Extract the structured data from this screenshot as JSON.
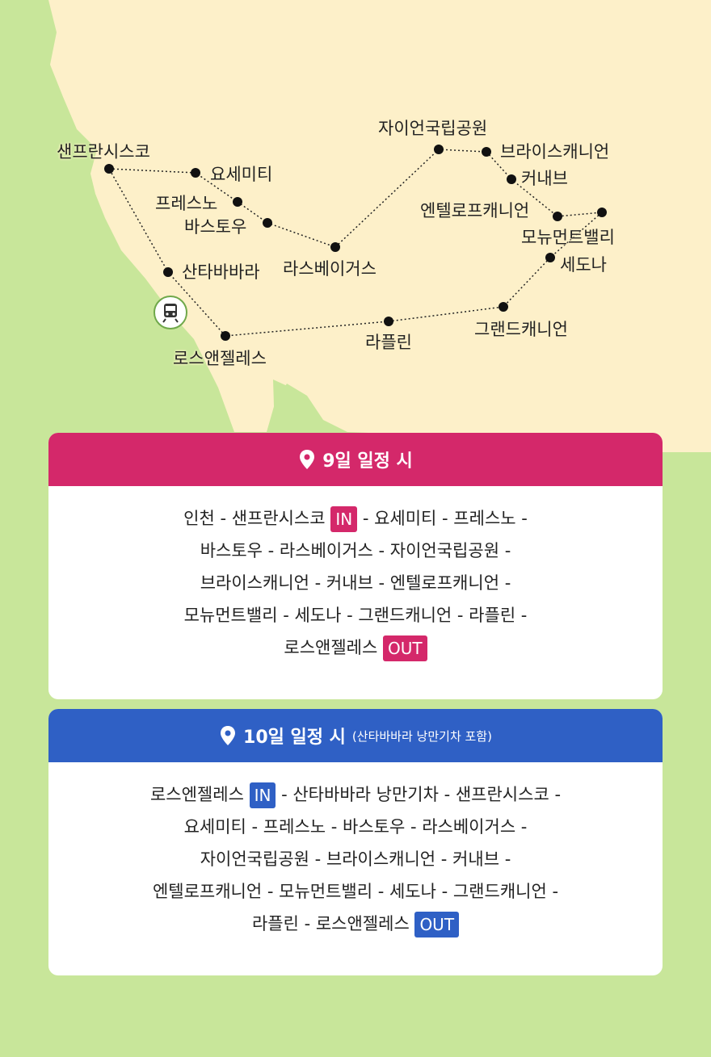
{
  "colors": {
    "land": "#fdf0c9",
    "green": "#c8e69a",
    "card1_header": "#d4286a",
    "card2_header": "#2f60c5",
    "dot": "#111111"
  },
  "map": {
    "icon": "train-icon",
    "places": {
      "sanfrancisco": "샌프란시스코",
      "yosemite": "요세미티",
      "fresno": "프레스노",
      "barstow": "바스토우",
      "lasvegas": "라스베이거스",
      "santabarbara": "산타바바라",
      "losangeles": "로스앤젤레스",
      "zion": "자이언국립공원",
      "bryce": "브라이스캐니언",
      "kanab": "커내브",
      "antelope": "엔텔로프캐니언",
      "monument": "모뉴먼트밸리",
      "sedona": "세도나",
      "grandcanyon": "그랜드캐니언",
      "laughlin": "라플린"
    }
  },
  "card1": {
    "title": "9일 일정 시",
    "icon": "location-pin-icon",
    "lines": [
      {
        "pre": "인천 - 샌프란시스코 ",
        "tag": "IN",
        "post": " - 요세미티 - 프레스노 -"
      },
      {
        "pre": "바스토우 -  라스베이거스 - 자이언국립공원 -"
      },
      {
        "pre": "브라이스캐니언 - 커내브 - 엔텔로프캐니언 -"
      },
      {
        "pre": "모뉴먼트밸리 - 세도나 - 그랜드캐니언 - 라플린 -"
      },
      {
        "pre": "로스앤젤레스 ",
        "tag": "OUT"
      }
    ]
  },
  "card2": {
    "title": "10일 일정 시",
    "subtitle": "(산타바바라 낭만기차 포함)",
    "icon": "location-pin-icon",
    "lines": [
      {
        "pre": "로스엔젤레스 ",
        "tag": "IN",
        "post": "  - 산타바바라 낭만기차 - 샌프란시스코 -"
      },
      {
        "pre": "요세미티 - 프레스노 - 바스토우 - 라스베이거스 -"
      },
      {
        "pre": "자이언국립공원 - 브라이스캐니언 - 커내브 -"
      },
      {
        "pre": "엔텔로프캐니언 - 모뉴먼트밸리 - 세도나 - 그랜드캐니언 -"
      },
      {
        "pre": "라플린 - 로스앤젤레스  ",
        "tag": "OUT"
      }
    ]
  }
}
